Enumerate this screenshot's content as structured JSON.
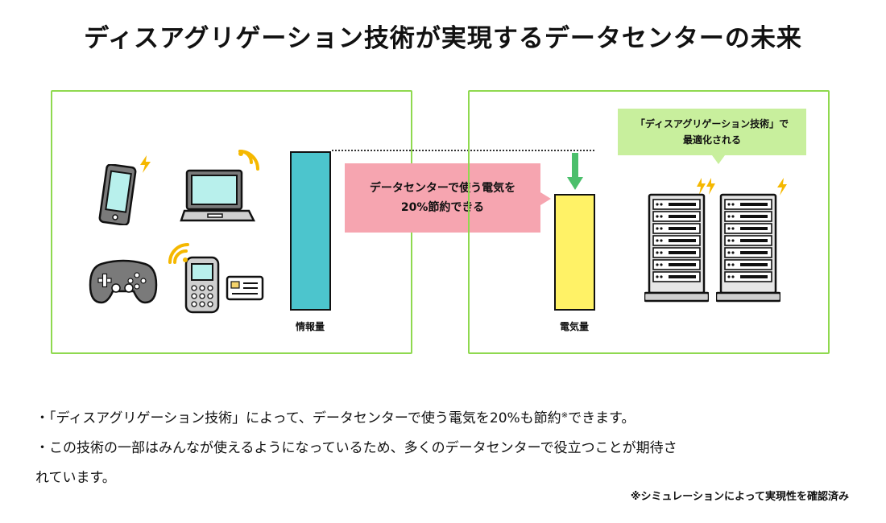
{
  "title": "ディスアグリゲーション技術が実現するデータセンターの未来",
  "left_panel": {
    "bar_label": "情報量",
    "devices": [
      "smartphone-icon",
      "laptop-icon",
      "game-controller-icon",
      "feature-phone-icon",
      "ic-card-icon"
    ]
  },
  "right_panel": {
    "bar_label": "電気量",
    "callout_line1": "「ディスアグリゲーション技術」で",
    "callout_line2": "最適化される",
    "devices": [
      "server-rack-icon",
      "server-rack-icon"
    ]
  },
  "center_callout": {
    "line1": "データセンターで使う電気を",
    "line2": "20%節約できる"
  },
  "colors": {
    "panel_border": "#8fd94f",
    "info_bar": "#4cc5cd",
    "power_bar": "#fff266",
    "pink_callout": "#f6a5b0",
    "green_callout": "#c8ef9d",
    "arrow": "#4bbf6b",
    "signal": "#f5b800"
  },
  "notes": {
    "line1_pre": "・「ディスアグリゲーション技術」によって、データセンターで使う電気を20%も節約",
    "line1_mark": "※",
    "line1_post": "できます。",
    "line2": "・この技術の一部はみんなが使えるようになっているため、多くのデータセンターで役立つことが期待さ",
    "line3": "れています。"
  },
  "footnote": "※シミュレーションによって実現性を確認済み"
}
